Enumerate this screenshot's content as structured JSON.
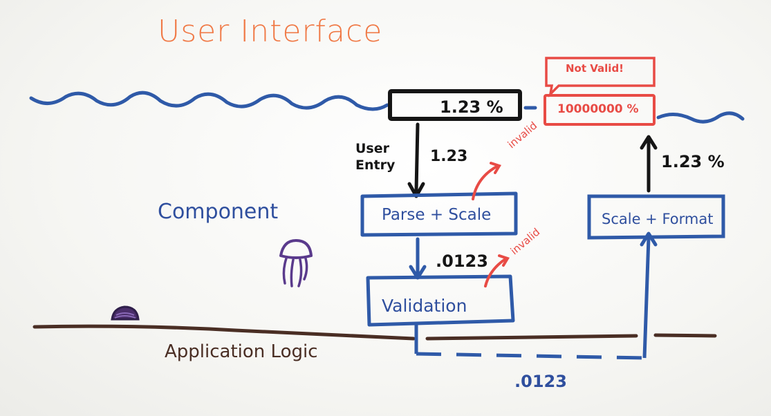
{
  "title": "User Interface",
  "layers": {
    "component": "Component",
    "application_logic": "Application Logic"
  },
  "input_box": {
    "value": "1.23 %"
  },
  "error_box": {
    "value": "10000000 %"
  },
  "error_tooltip": {
    "text": "Not Valid!"
  },
  "flow": {
    "user_entry_label": "User\nEntry",
    "entry_value": "1.23",
    "parse_box": "Parse + Scale",
    "mid_value": ".0123",
    "validation_box": "Validation",
    "invalid_1": "invalid",
    "invalid_2": "invalid",
    "bottom_value": ".0123",
    "scale_format_box": "Scale + Format",
    "output_value": "1.23 %"
  },
  "colors": {
    "water": "#2f5aa8",
    "title": "#f07a47",
    "component": "#2f4f9e",
    "error": "#e84b45",
    "ground": "#4a2e24",
    "ink": "#151515",
    "jellyfish": "#5a3a8c"
  }
}
